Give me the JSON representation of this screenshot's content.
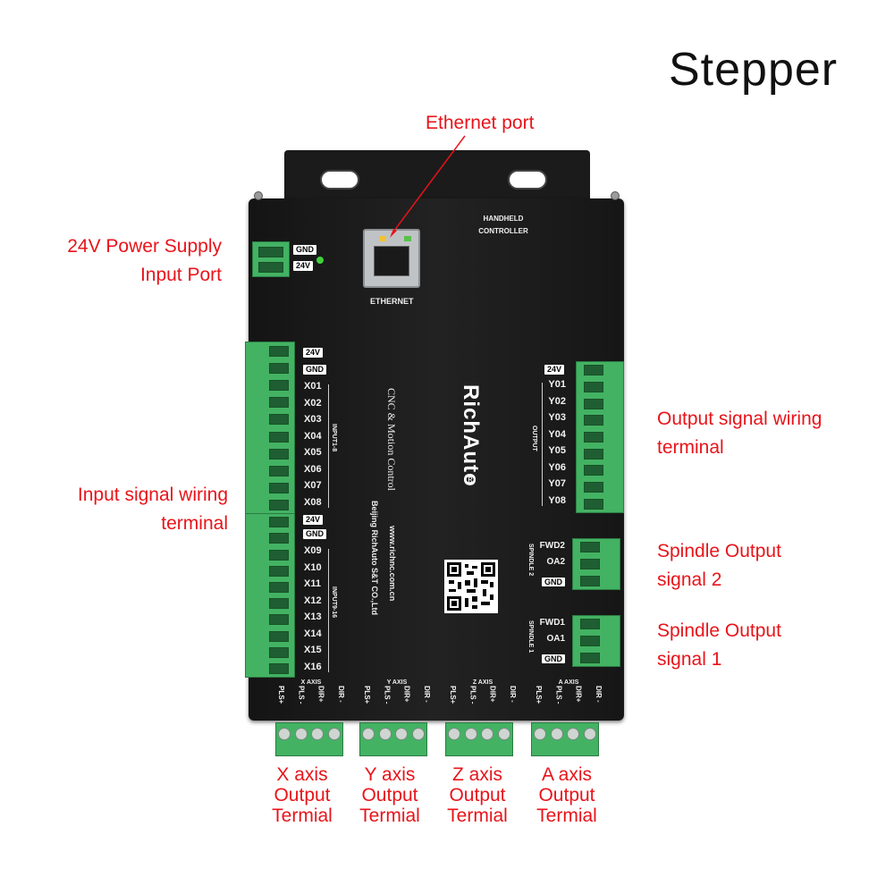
{
  "title": "Stepper",
  "callouts": {
    "ethernet": "Ethernet port",
    "power": [
      "24V Power Supply",
      "Input Port"
    ],
    "input": [
      "Input signal wiring",
      "terminal"
    ],
    "output": [
      "Output signal wiring",
      "terminal"
    ],
    "spindle2": [
      "Spindle Output",
      "signal 2"
    ],
    "spindle1": [
      "Spindle Output",
      "signal 1"
    ]
  },
  "axes_captions": [
    [
      "X axis",
      "Output",
      "Termial"
    ],
    [
      "Y axis",
      "Output",
      "Termial"
    ],
    [
      "Z axis",
      "Output",
      "Termial"
    ],
    [
      "A axis",
      "Output",
      "Termial"
    ]
  ],
  "device": {
    "ethernet_label": "ETHERNET",
    "handheld": [
      "HANDHELD",
      "CONTROLLER"
    ],
    "power_pins": [
      "GND",
      "24V"
    ],
    "brand": "RichAuto",
    "registered": "®",
    "product_line": "CNC & Motion Control",
    "website": "www.richnc.com.cn",
    "company": "Beijing RichAuto S&T CO.,Ltd",
    "input1_tags": [
      "24V",
      "GND"
    ],
    "input1_pins": [
      "X01",
      "X02",
      "X03",
      "X04",
      "X05",
      "X06",
      "X07",
      "X08"
    ],
    "input1_group": "INPUT1-8",
    "input2_tags": [
      "24V",
      "GND"
    ],
    "input2_pins": [
      "X09",
      "X10",
      "X11",
      "X12",
      "X13",
      "X14",
      "X15",
      "X16"
    ],
    "input2_group": "INPUT9-16",
    "output_tag": "24V",
    "output_pins": [
      "Y01",
      "Y02",
      "Y03",
      "Y04",
      "Y05",
      "Y06",
      "Y07",
      "Y08"
    ],
    "output_group": "OUTPUT",
    "spindle2_pins": [
      "FWD2",
      "OA2",
      "GND"
    ],
    "spindle2_group": "SPINDLE 2",
    "spindle1_pins": [
      "FWD1",
      "OA1",
      "GND"
    ],
    "spindle1_group": "SPINDLE 1",
    "axis_blocks": [
      {
        "name": "X AXIS",
        "pins": [
          "PLS+",
          "PLS -",
          "DIR+",
          "DIR -"
        ]
      },
      {
        "name": "Y AXIS",
        "pins": [
          "PLS+",
          "PLS -",
          "DIR+",
          "DIR -"
        ]
      },
      {
        "name": "Z AXIS",
        "pins": [
          "PLS+",
          "PLS -",
          "DIR+",
          "DIR -"
        ]
      },
      {
        "name": "A AXIS",
        "pins": [
          "PLS+",
          "PLS -",
          "DIR+",
          "DIR -"
        ]
      }
    ]
  },
  "colors": {
    "callout": "#e8141a",
    "terminal_green": "#43b263",
    "board": "#1b1b1b"
  }
}
